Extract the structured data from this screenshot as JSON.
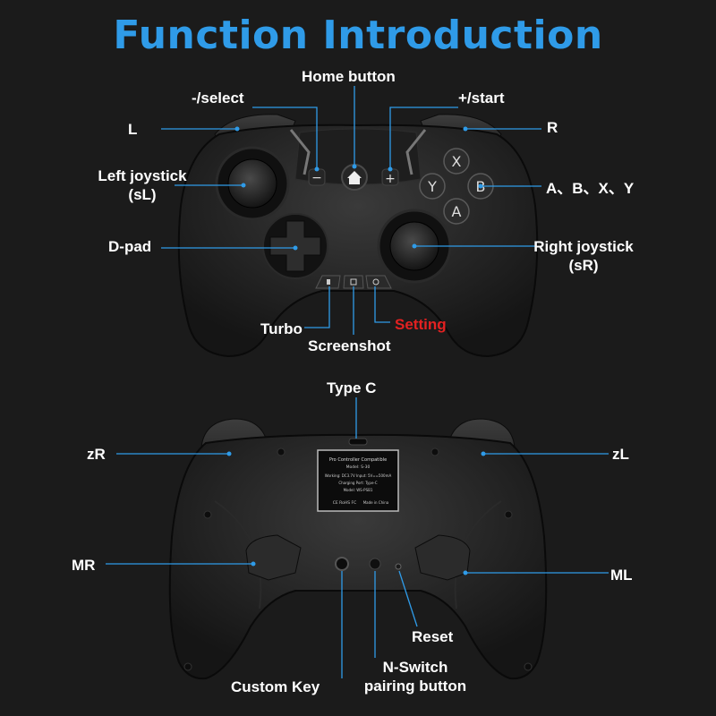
{
  "title": "Function Introduction",
  "front": {
    "home_button": "Home  button",
    "minus_select": "-/select",
    "plus_start": "+/start",
    "l": "L",
    "r": "R",
    "left_joystick_1": "Left joystick",
    "left_joystick_2": "(sL)",
    "abxy": "A、B、X、Y",
    "dpad": "D-pad",
    "right_joystick_1": "Right joystick",
    "right_joystick_2": "(sR)",
    "turbo": "Turbo",
    "screenshot": "Screenshot",
    "setting": "Setting",
    "face_x": "X",
    "face_y": "Y",
    "face_b": "B",
    "face_a": "A",
    "minus_glyph": "−",
    "plus_glyph": "+"
  },
  "back": {
    "type_c": "Type C",
    "zr": "zR",
    "zl": "zL",
    "mr": "MR",
    "ml": "ML",
    "reset": "Reset",
    "n_switch_1": "N-Switch",
    "n_switch_2": "pairing button",
    "custom_key": "Custom Key",
    "sticker_line_1": "Pro Controller Compatible",
    "sticker_line_2": "Model: S-30",
    "sticker_line_3": "Working: DC3.7V  Input: 5V==500mA",
    "sticker_line_4": "Charging Port: Type-C",
    "sticker_line_5": "Model: WS-PSB1",
    "sticker_line_6": "CE  RoHS  FC",
    "sticker_line_7": "Made in China"
  },
  "colors": {
    "title": "#2f9be8",
    "leader": "#2f9be8",
    "setting": "#e32121",
    "background": "#1b1b1b"
  }
}
